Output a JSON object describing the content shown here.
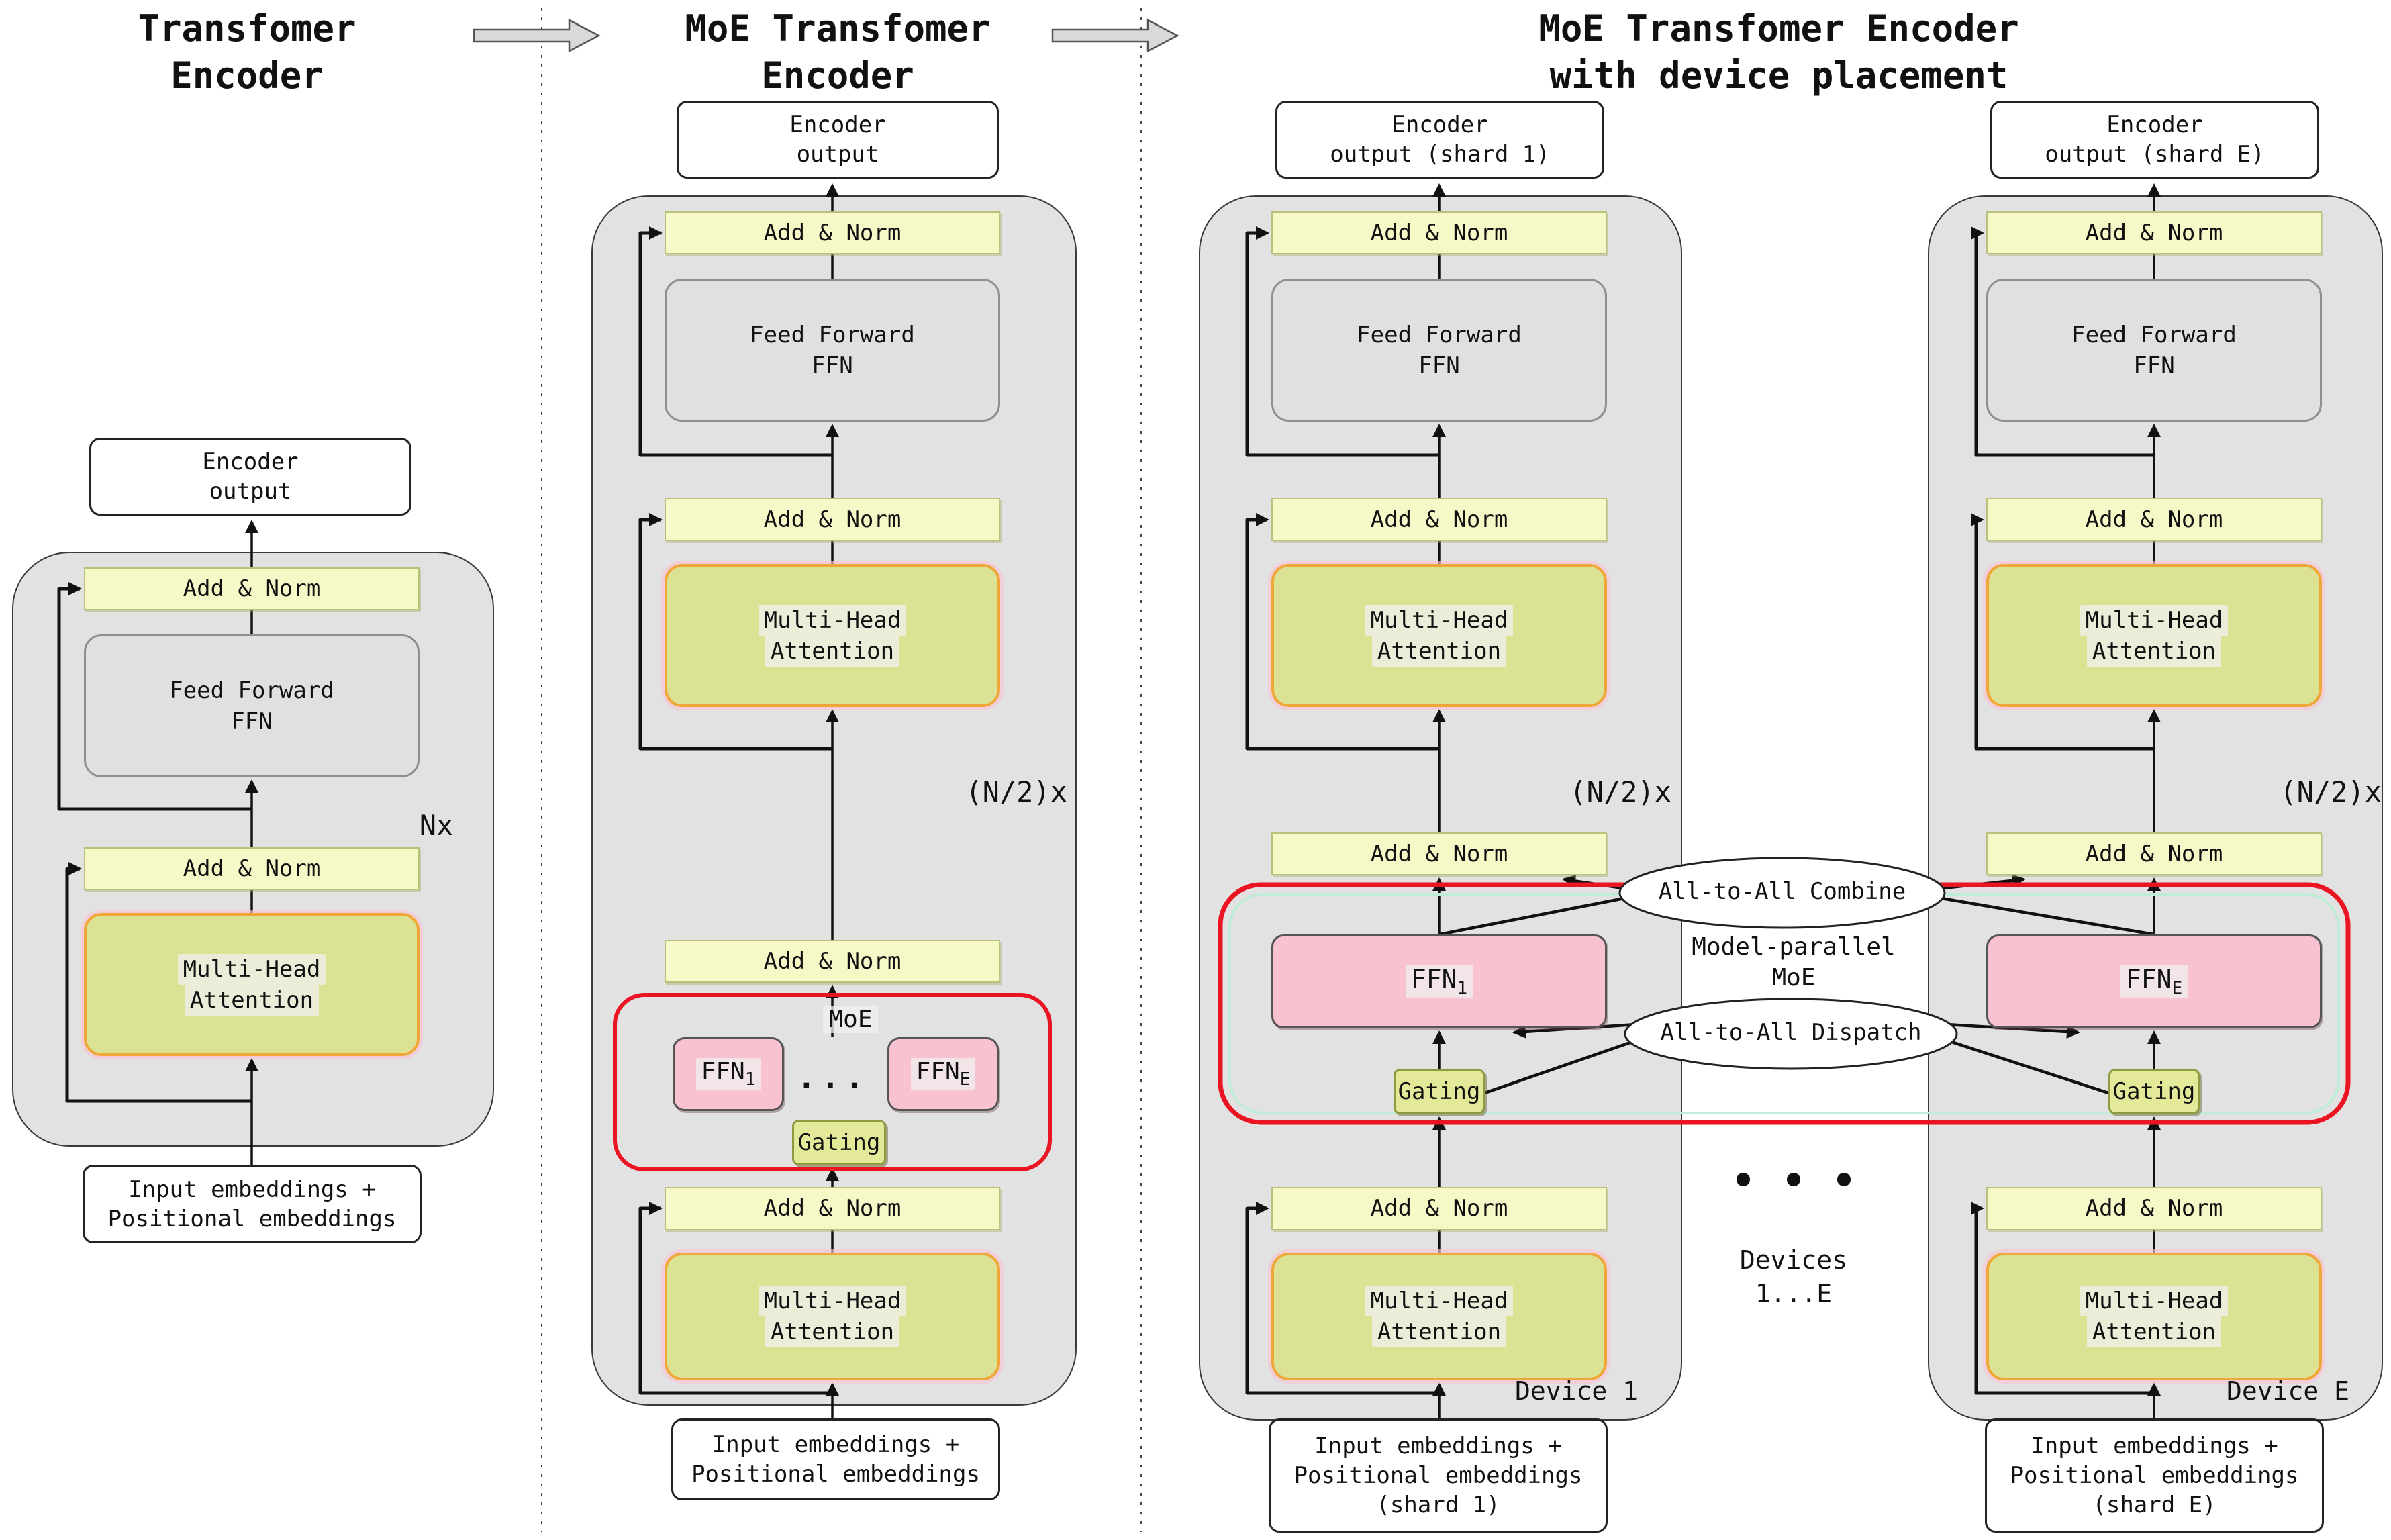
{
  "titles": {
    "left_l1": "Transfomer",
    "left_l2": "Encoder",
    "mid_l1": "MoE Transfomer",
    "mid_l2": "Encoder",
    "right_l1": "MoE Transfomer Encoder",
    "right_l2": "with device placement"
  },
  "labels": {
    "add_norm": "Add & Norm",
    "ff_l1": "Feed Forward",
    "ff_l2": "FFN",
    "mha_l1": "Multi-Head",
    "mha_l2": "Attention",
    "gating": "Gating",
    "moe": "MoE",
    "ffn": "FFN",
    "sub_1": "1",
    "sub_e": "E",
    "dots": "...",
    "nx": "Nx",
    "n2x": "(N/2)x",
    "combine": "All-to-All Combine",
    "dispatch": "All-to-All Dispatch",
    "mp_l1": "Model-parallel",
    "mp_l2": "MoE",
    "devices_l1": "Devices",
    "devices_l2": "1...E",
    "device1": "Device 1",
    "deviceE": "Device E",
    "enc_out_l1": "Encoder",
    "enc_out_l2": "output",
    "enc_out_s1_l2": "output (shard 1)",
    "enc_out_sE_l2": "output (shard E)",
    "input_l1": "Input embeddings +",
    "input_l2": "Positional embeddings",
    "input_s1_l3": "(shard 1)",
    "input_sE_l3": "(shard E)"
  },
  "colors": {
    "panel_fill": "#e2e2e2",
    "add_norm_fill": "#f6f8c8",
    "add_norm_border": "#b9c27b",
    "ffn_box_fill": "#e0e0e0",
    "mha_fill": "#dce294",
    "mha_border": "#f0a73a",
    "expert_fill": "#f8c2d0",
    "gating_fill": "#e4e999",
    "moe_outline": "#ea1423",
    "line": "#111111",
    "block_arrow_fill": "#d9d9d9"
  }
}
